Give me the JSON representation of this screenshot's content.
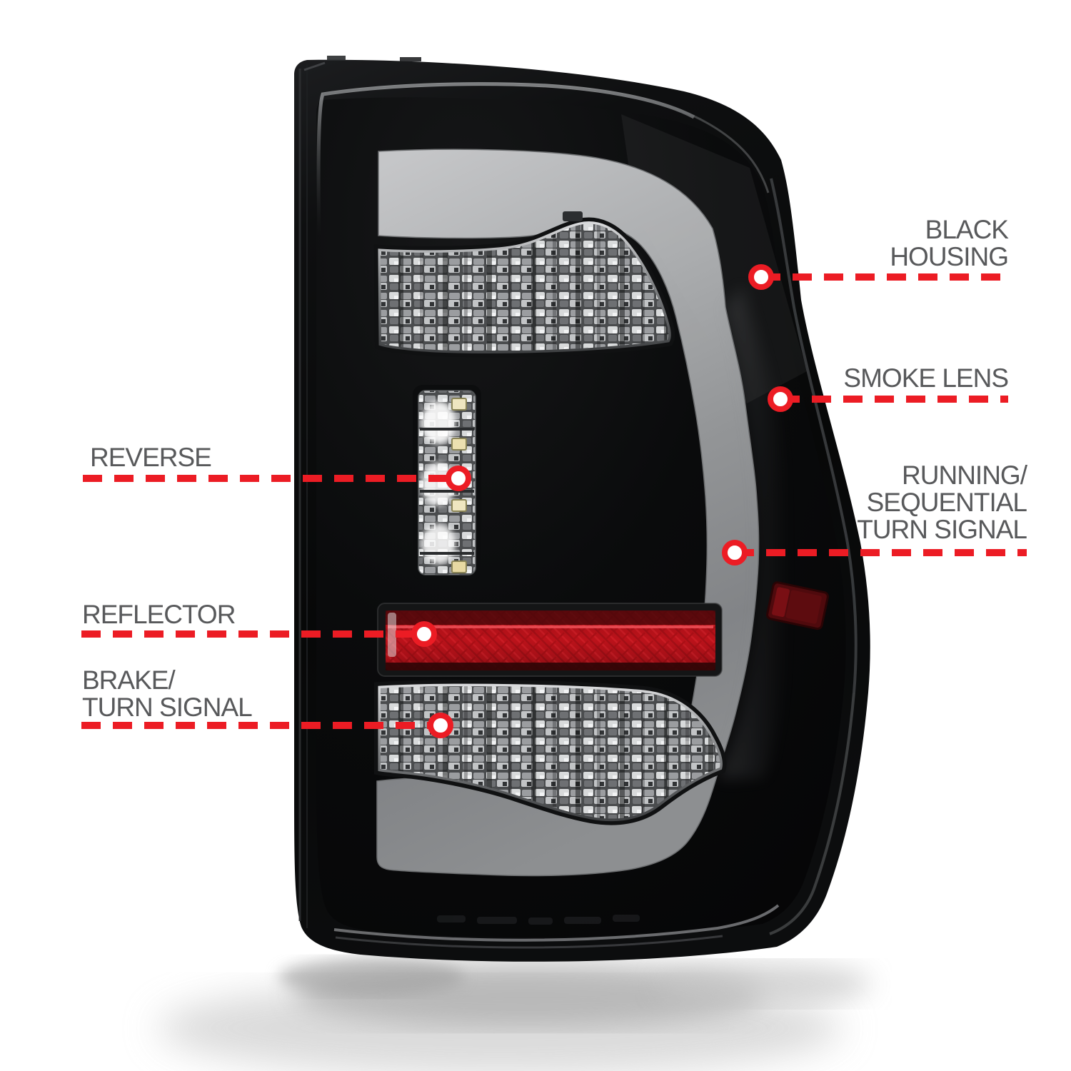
{
  "callouts": [
    {
      "id": "black-housing",
      "side": "right",
      "lines": [
        "BLACK",
        "HOUSING"
      ]
    },
    {
      "id": "smoke-lens",
      "side": "right",
      "lines": [
        "SMOKE LENS"
      ]
    },
    {
      "id": "running-sequential-turn-signal",
      "side": "right",
      "lines": [
        "RUNNING/",
        "SEQUENTIAL",
        "TURN SIGNAL"
      ]
    },
    {
      "id": "reverse",
      "side": "left",
      "lines": [
        "REVERSE"
      ]
    },
    {
      "id": "reflector",
      "side": "left",
      "lines": [
        "REFLECTOR"
      ]
    },
    {
      "id": "brake-turn-signal",
      "side": "left",
      "lines": [
        "BRAKE/",
        "TURN SIGNAL"
      ]
    }
  ],
  "colors": {
    "background": "#FFFFFF",
    "callout_text": "#58595B",
    "leader_red": "#EC1C24",
    "dot_center": "#FFFFFF",
    "housing_black": "#0B0C0D",
    "smoke_tube_gray": "#A9ABAD",
    "reflector_red": "#BE1118",
    "reverse_led_chip": "#EFE6C0"
  }
}
